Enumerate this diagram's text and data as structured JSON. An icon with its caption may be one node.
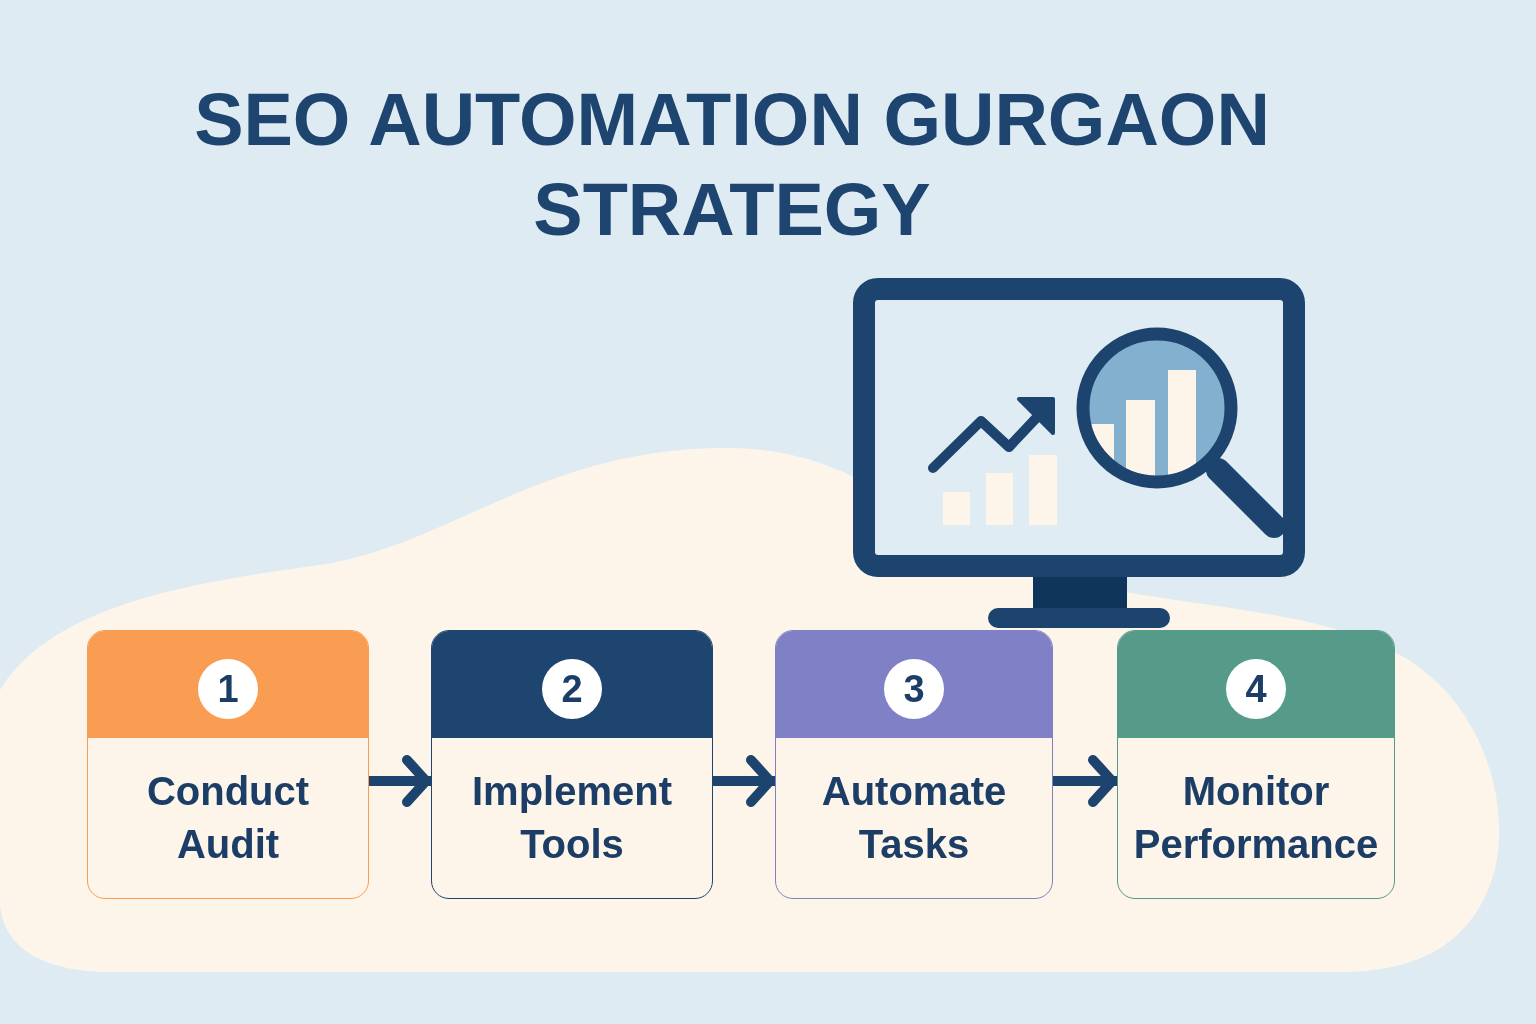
{
  "diagram": {
    "title": "SEO AUTOMATION GURGAON STRATEGY",
    "nodes": [
      {
        "text": [
          "Conduct Audit"
        ]
      },
      {
        "text": [
          "1"
        ],
        "in": 0
      },
      {
        "text": [
          "Implement Tools"
        ]
      },
      {
        "text": [
          "2"
        ],
        "in": 2
      },
      {
        "text": [
          "Automate Tasks"
        ]
      },
      {
        "text": [
          "3"
        ],
        "in": 4
      },
      {
        "text": [
          "Monitor Performance"
        ]
      },
      {
        "text": [
          "4"
        ],
        "in": 6
      }
    ],
    "edges": [
      {
        "from": 0,
        "to": 2,
        "arrow": "to"
      },
      {
        "from": 2,
        "to": 4,
        "arrow": "to"
      },
      {
        "from": 4,
        "to": 6,
        "arrow": "to"
      }
    ]
  }
}
